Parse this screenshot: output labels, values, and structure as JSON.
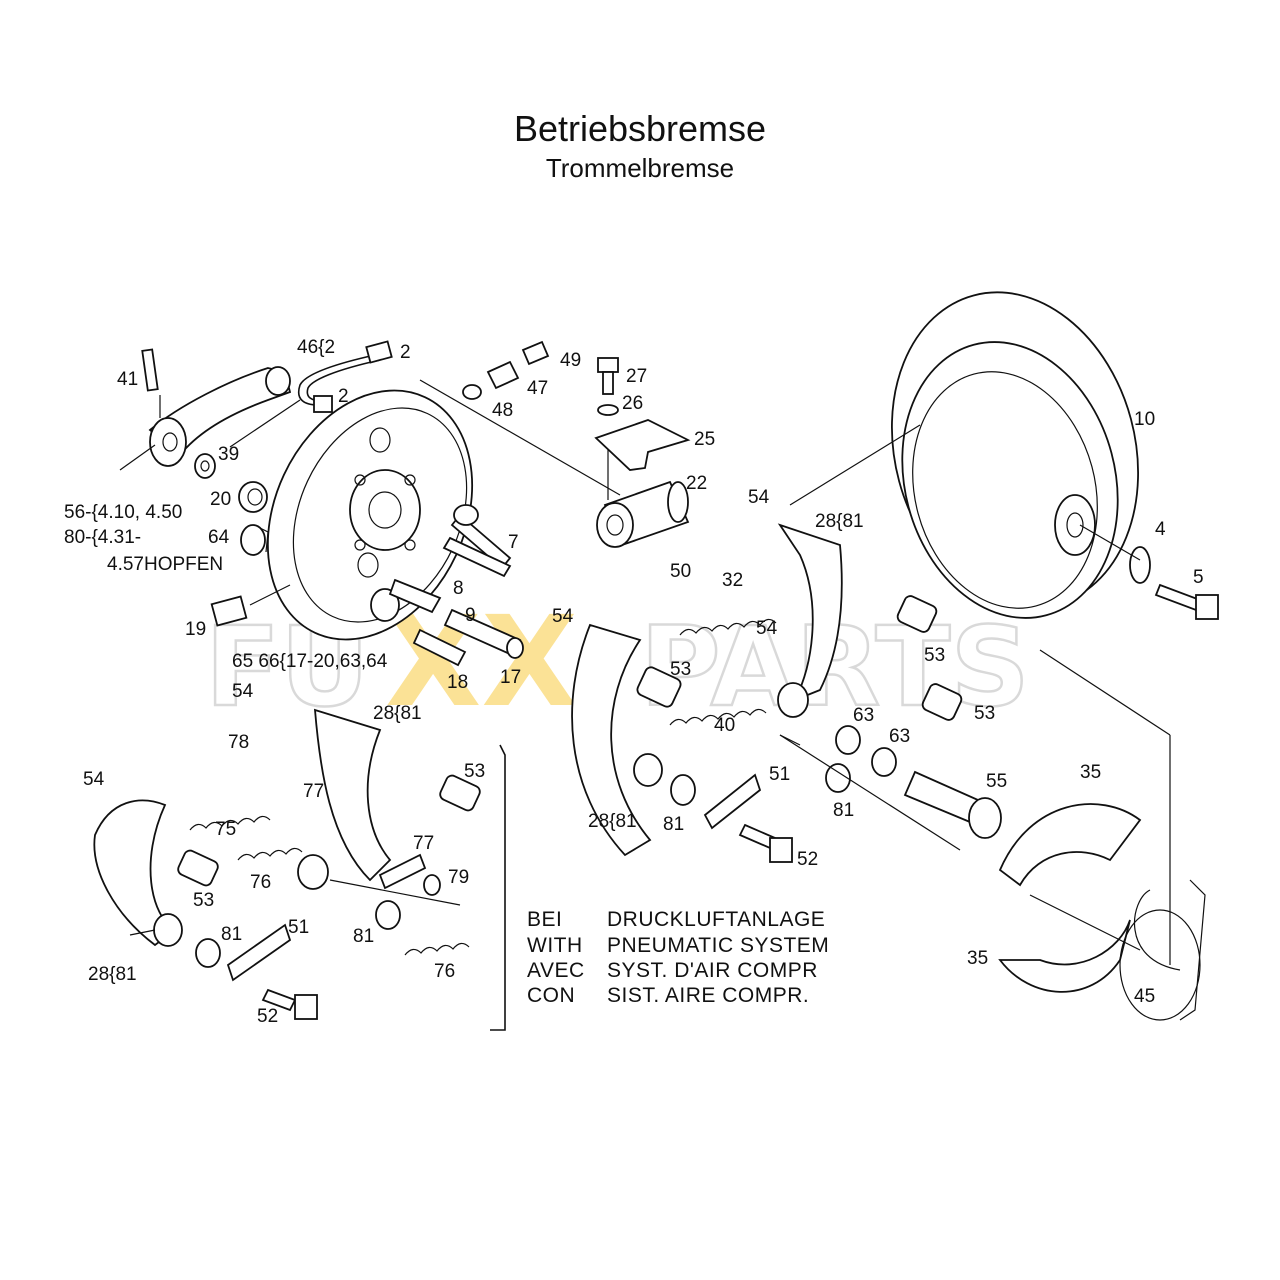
{
  "header": {
    "title": "Betriebsbremse",
    "subtitle": "Trommelbremse"
  },
  "watermark": {
    "text_left": "FU",
    "text_xx": "XX",
    "text_right": "PARTS",
    "accent_color": "#f5b800",
    "outline_color": "#bbbbbb"
  },
  "labels": {
    "l41": "41",
    "l46": "46{2",
    "l2a": "2",
    "l2b": "2",
    "l49": "49",
    "l47": "47",
    "l48": "48",
    "l27": "27",
    "l26": "26",
    "l25": "25",
    "l22": "22",
    "l10": "10",
    "l39": "39",
    "l20": "20",
    "l64": "64",
    "l56": "56-{4.10, 4.50",
    "l80": "80-{4.31-",
    "l457": "4.57HOPFEN",
    "l7": "7",
    "l8": "8",
    "l9": "9",
    "l19": "19",
    "l65": "65 66{17-20,63,64",
    "l18": "18",
    "l17": "17",
    "l54a": "54",
    "l54b": "54",
    "l54c": "54",
    "l54d": "54",
    "l54e": "54",
    "l28a": "28{81",
    "l28b": "28{81",
    "l28c": "28{81",
    "l28d": "28{81",
    "l4": "4",
    "l5": "5",
    "l50": "50",
    "l32": "32",
    "l53a": "53",
    "l53b": "53",
    "l53c": "53",
    "l53d": "53",
    "l53e": "53",
    "l40": "40",
    "l63a": "63",
    "l63b": "63",
    "l55": "55",
    "l35a": "35",
    "l35b": "35",
    "l45": "45",
    "l81a": "81",
    "l81b": "81",
    "l81c": "81",
    "l81d": "81",
    "l51a": "51",
    "l51b": "51",
    "l52a": "52",
    "l52b": "52",
    "l78": "78",
    "l75": "75",
    "l77a": "77",
    "l77b": "77",
    "l76a": "76",
    "l76b": "76",
    "l79": "79"
  },
  "legend": {
    "row1_a": "BEI",
    "row1_b": "DRUCKLUFTANLAGE",
    "row2_a": "WITH",
    "row2_b": "PNEUMATIC SYSTEM",
    "row3_a": "AVEC",
    "row3_b": "SYST. D'AIR COMPR",
    "row4_a": "CON",
    "row4_b": "SIST. AIRE COMPR."
  }
}
